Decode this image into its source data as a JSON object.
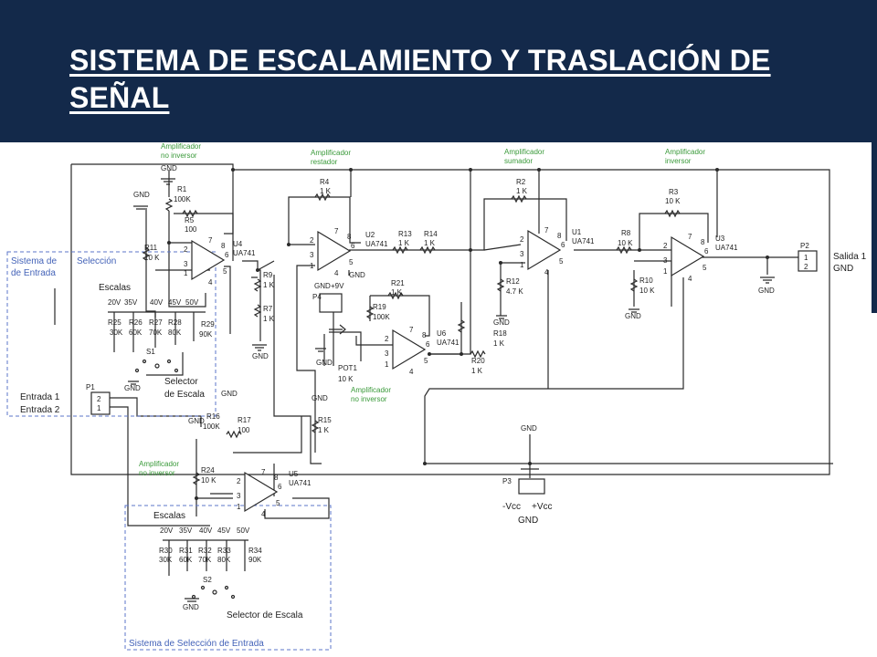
{
  "slide": {
    "title": "SISTEMA DE ESCALAMIENTO Y TRASLACIÓN DE SEÑAL",
    "colors": {
      "header_bg": "#13294a",
      "title": "#ffffff",
      "annotation_green": "#3a9a3a",
      "box_blue": "#5b74c8",
      "wire": "#2a2a2a"
    }
  },
  "diagram": {
    "opamp_type": "UA741",
    "blocks": {
      "amp_no_inv_1": [
        "Amplificador",
        "no inversor"
      ],
      "amp_restador": [
        "Amplificador",
        "restador"
      ],
      "amp_sumador": [
        "Amplificador",
        "sumador"
      ],
      "amp_inversor": [
        "Amplificador",
        "inversor"
      ],
      "amp_no_inv_2": [
        "Amplificador",
        "no inversor"
      ],
      "amp_no_inv_3": [
        "Amplificador",
        "no inversor"
      ]
    },
    "opamps": [
      {
        "ref": "U4",
        "pins": [
          "2",
          "3",
          "6",
          "8",
          "7",
          "4",
          "5",
          "1"
        ]
      },
      {
        "ref": "U2",
        "pins": [
          "2",
          "3",
          "6",
          "8",
          "7",
          "4",
          "5",
          "1"
        ]
      },
      {
        "ref": "U1",
        "pins": [
          "2",
          "3",
          "6",
          "8",
          "7",
          "4",
          "5",
          "1"
        ]
      },
      {
        "ref": "U3",
        "pins": [
          "2",
          "3",
          "6",
          "8",
          "7",
          "4",
          "5",
          "1"
        ]
      },
      {
        "ref": "U6",
        "pins": [
          "2",
          "3",
          "6",
          "8",
          "7",
          "4",
          "5",
          "1"
        ]
      },
      {
        "ref": "U5",
        "pins": [
          "2",
          "3",
          "6",
          "8",
          "7",
          "4",
          "5",
          "1"
        ]
      }
    ],
    "resistors": [
      {
        "ref": "R1",
        "value": "100K"
      },
      {
        "ref": "R5",
        "value": "100"
      },
      {
        "ref": "R11",
        "value": "10 K"
      },
      {
        "ref": "R9",
        "value": "1 K"
      },
      {
        "ref": "R7",
        "value": "1 K"
      },
      {
        "ref": "R4",
        "value": "1 K"
      },
      {
        "ref": "R13",
        "value": "1 K"
      },
      {
        "ref": "R14",
        "value": "1 K"
      },
      {
        "ref": "R2",
        "value": "1 K"
      },
      {
        "ref": "R12",
        "value": "4.7 K"
      },
      {
        "ref": "R3",
        "value": "10 K"
      },
      {
        "ref": "R8",
        "value": "10 K"
      },
      {
        "ref": "R10",
        "value": "10 K"
      },
      {
        "ref": "R21",
        "value": "1 K"
      },
      {
        "ref": "R19",
        "value": "100K"
      },
      {
        "ref": "R18",
        "value": "1 K"
      },
      {
        "ref": "R20",
        "value": "1 K"
      },
      {
        "ref": "R15",
        "value": "1 K"
      },
      {
        "ref": "R16",
        "value": "100K"
      },
      {
        "ref": "R17",
        "value": "100"
      },
      {
        "ref": "R24",
        "value": "10 K"
      },
      {
        "ref": "R25",
        "value": "30K"
      },
      {
        "ref": "R26",
        "value": "60K"
      },
      {
        "ref": "R27",
        "value": "70K"
      },
      {
        "ref": "R28",
        "value": "80K"
      },
      {
        "ref": "R29",
        "value": "90K"
      },
      {
        "ref": "R30",
        "value": "30K"
      },
      {
        "ref": "R31",
        "value": "60K"
      },
      {
        "ref": "R32",
        "value": "70K"
      },
      {
        "ref": "R33",
        "value": "80K"
      },
      {
        "ref": "R34",
        "value": "90K"
      }
    ],
    "pot": {
      "ref": "POT1",
      "value": "10 K"
    },
    "scales_label": "Escalas",
    "scale_values": [
      "20V",
      "35V",
      "40V",
      "45V",
      "50V"
    ],
    "switches": [
      "S1",
      "S2"
    ],
    "selector_label": [
      "Selector",
      "de Escala"
    ],
    "selector_label_2": "Selector de Escala",
    "box_1": [
      "Sistema de",
      "Selección",
      "de Entrada"
    ],
    "box_2": "Sistema de Selección de Entrada",
    "connectors": {
      "p1": {
        "ref": "P1",
        "pins": [
          "2",
          "1"
        ],
        "labels": [
          "Entrada 1",
          "Entrada 2"
        ]
      },
      "p2": {
        "ref": "P2",
        "pins": [
          "1",
          "2"
        ],
        "labels": [
          "Salida 1",
          "GND"
        ]
      },
      "p3": {
        "ref": "P3",
        "labels": [
          "-Vcc",
          "+Vcc",
          "GND"
        ]
      },
      "p4": {
        "ref": "P4",
        "labels": [
          "GND",
          "+9V"
        ]
      }
    },
    "gnd": "GND"
  }
}
